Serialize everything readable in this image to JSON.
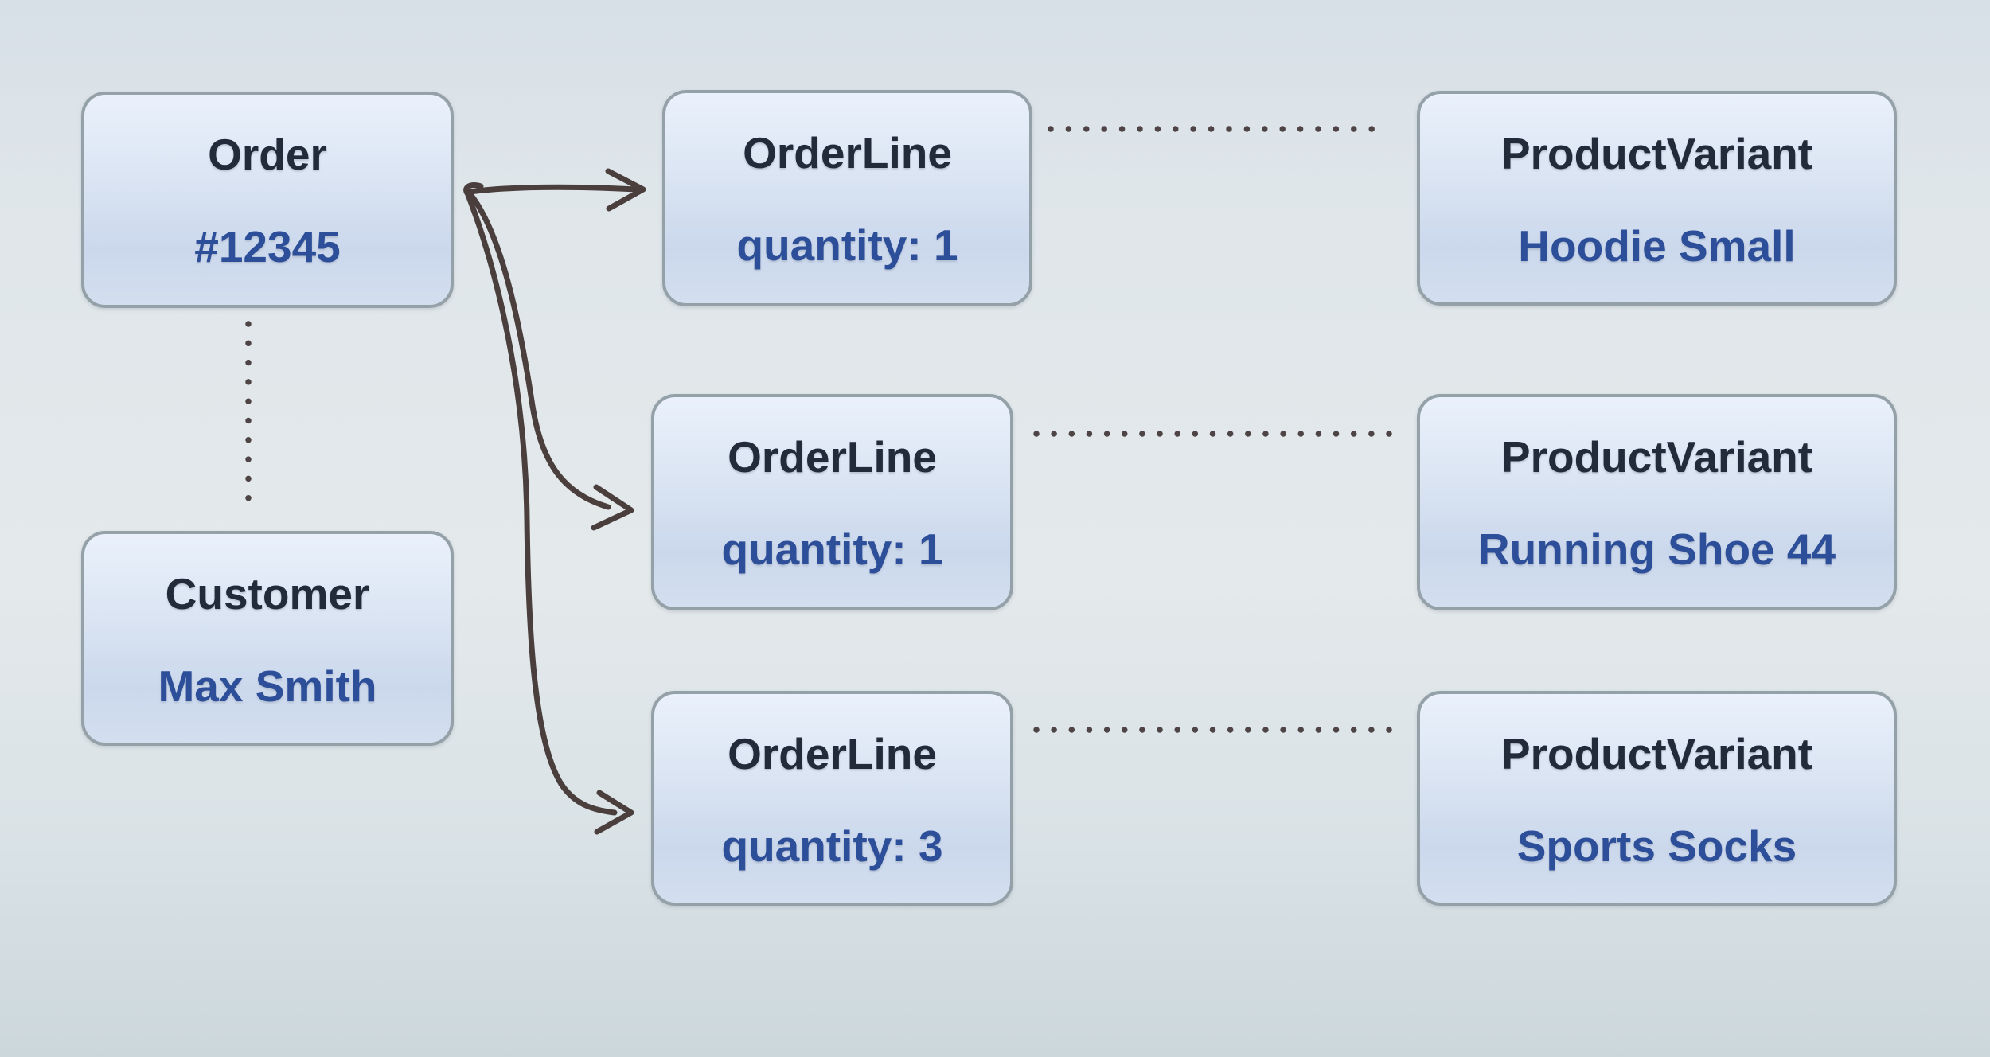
{
  "colors": {
    "bg_top": "#d7dfe7",
    "bg_upper": "#dfe6ea",
    "bg_mid": "#e4e9eb",
    "bg_lower": "#d9e2e6",
    "bg_bottom": "#ccd7dc",
    "box_border": "#95a1a8",
    "box_fill_top": "#eaf1fc",
    "box_fill_upper": "#dbe5f3",
    "box_fill_lower": "#cbd8ec",
    "box_fill_bottom": "#d3dfef",
    "title_text": "#222b39",
    "value_text": "#2d4e99",
    "connector": "#4a3f3d",
    "dot": "#4e4345"
  },
  "nodes": {
    "order": {
      "title": "Order",
      "value": "#12345"
    },
    "customer": {
      "title": "Customer",
      "value": "Max Smith"
    },
    "order_lines": [
      {
        "title": "OrderLine",
        "value": "quantity: 1"
      },
      {
        "title": "OrderLine",
        "value": "quantity: 1"
      },
      {
        "title": "OrderLine",
        "value": "quantity: 3"
      }
    ],
    "product_variants": [
      {
        "title": "ProductVariant",
        "value": "Hoodie Small"
      },
      {
        "title": "ProductVariant",
        "value": "Running Shoe 44"
      },
      {
        "title": "ProductVariant",
        "value": "Sports Socks"
      }
    ]
  },
  "edges": {
    "solid_arrows": [
      {
        "from": "Order",
        "to": "OrderLine 1"
      },
      {
        "from": "Order",
        "to": "OrderLine 2"
      },
      {
        "from": "Order",
        "to": "OrderLine 3"
      }
    ],
    "dotted_links": [
      {
        "from": "OrderLine 1",
        "to": "ProductVariant 1"
      },
      {
        "from": "OrderLine 2",
        "to": "ProductVariant 2"
      },
      {
        "from": "OrderLine 3",
        "to": "ProductVariant 3"
      },
      {
        "from": "Order",
        "to": "Customer"
      }
    ]
  }
}
